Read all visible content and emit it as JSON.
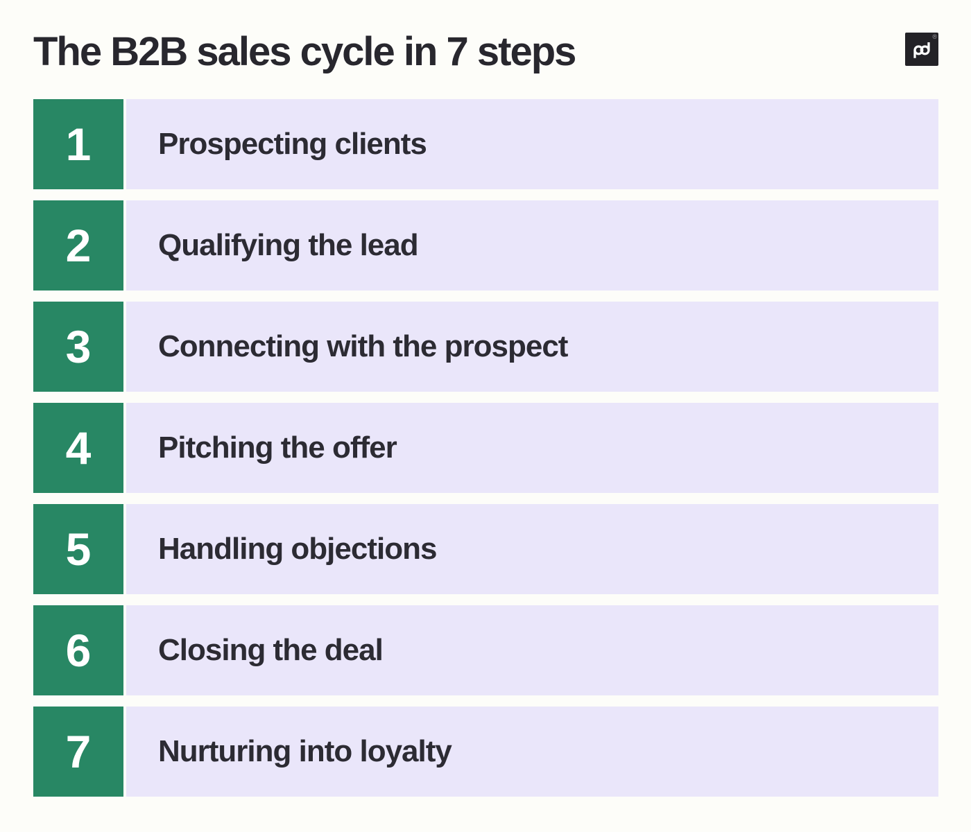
{
  "header": {
    "title": "The B2B sales cycle in 7 steps",
    "logo": {
      "name": "pandadoc",
      "glyph": "pd",
      "registered_mark": "®"
    }
  },
  "steps": [
    {
      "number": "1",
      "label": "Prospecting clients"
    },
    {
      "number": "2",
      "label": "Qualifying the lead"
    },
    {
      "number": "3",
      "label": "Connecting with the prospect"
    },
    {
      "number": "4",
      "label": "Pitching the offer"
    },
    {
      "number": "5",
      "label": "Handling objections"
    },
    {
      "number": "6",
      "label": "Closing the deal"
    },
    {
      "number": "7",
      "label": "Nurturing into loyalty"
    }
  ],
  "colors": {
    "background": "#fdfdf9",
    "step_number_bg": "#288764",
    "step_bar_bg": "#eae6fa",
    "title_text": "#28272e",
    "label_text": "#2c2b33",
    "logo_bg": "#232227",
    "number_text": "#ffffff"
  }
}
